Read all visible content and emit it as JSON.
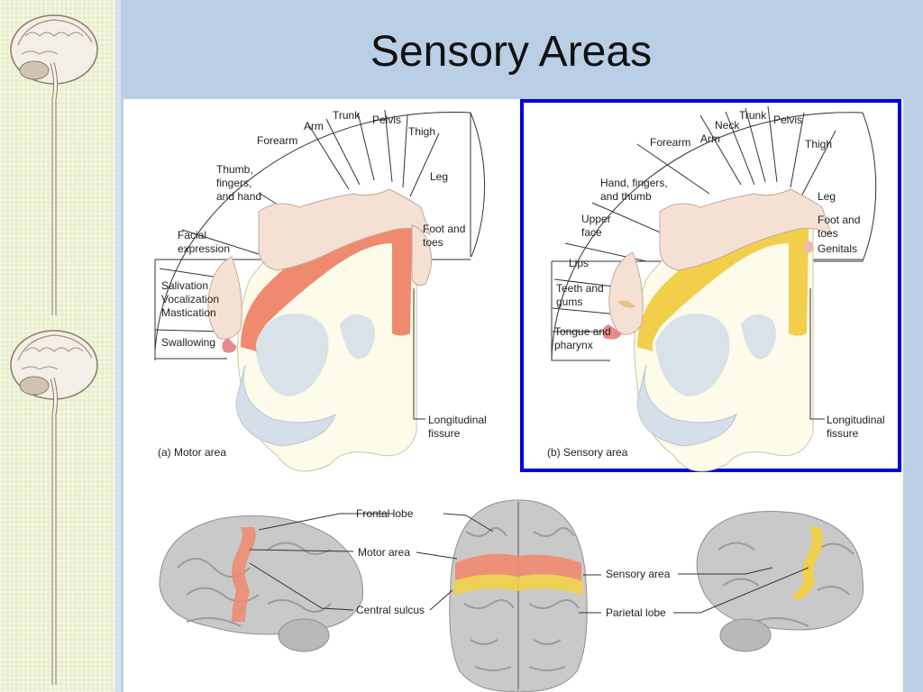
{
  "slide": {
    "title": "Sensory Areas"
  },
  "motor_panel": {
    "caption": "(a) Motor area",
    "fissure_label": [
      "Longitudinal",
      "fissure"
    ],
    "segments": {
      "trunk": "Trunk",
      "arm": "Arm",
      "pelvis": "Pelvis",
      "thigh": "Thigh",
      "forearm": "Forearm",
      "leg": "Leg",
      "hand": [
        "Thumb,",
        "fingers,",
        "and hand"
      ],
      "foot": [
        "Foot and",
        "toes"
      ],
      "face": [
        "Facial",
        "expression"
      ],
      "mouth": [
        "Salivation",
        "Vocalization",
        "Mastication"
      ],
      "swallow": "Swallowing"
    }
  },
  "sensory_panel": {
    "caption": "(b) Sensory area",
    "fissure_label": [
      "Longitudinal",
      "fissure"
    ],
    "segments": {
      "trunk": "Trunk",
      "neck": "Neck",
      "arm": "Arm",
      "pelvis": "Pelvis",
      "forearm": "Forearm",
      "thigh": "Thigh",
      "hand": [
        "Hand, fingers,",
        "and thumb"
      ],
      "leg": "Leg",
      "upper_face": [
        "Upper",
        "face"
      ],
      "foot": [
        "Foot and",
        "toes"
      ],
      "genitals": "Genitals",
      "lips": "Lips",
      "teeth": [
        "Teeth and",
        "gums"
      ],
      "tongue": [
        "Tongue and",
        "pharynx"
      ]
    }
  },
  "brain_views": {
    "frontal_lobe": "Frontal lobe",
    "motor_area": "Motor area",
    "central_sulcus": "Central sulcus",
    "sensory_area": "Sensory area",
    "parietal_lobe": "Parietal lobe"
  },
  "colors": {
    "background": "#b9cfe6",
    "motor_strip": "#ef8a6e",
    "sensory_strip": "#f2cf4a",
    "highlight_border": "#0000e0"
  }
}
